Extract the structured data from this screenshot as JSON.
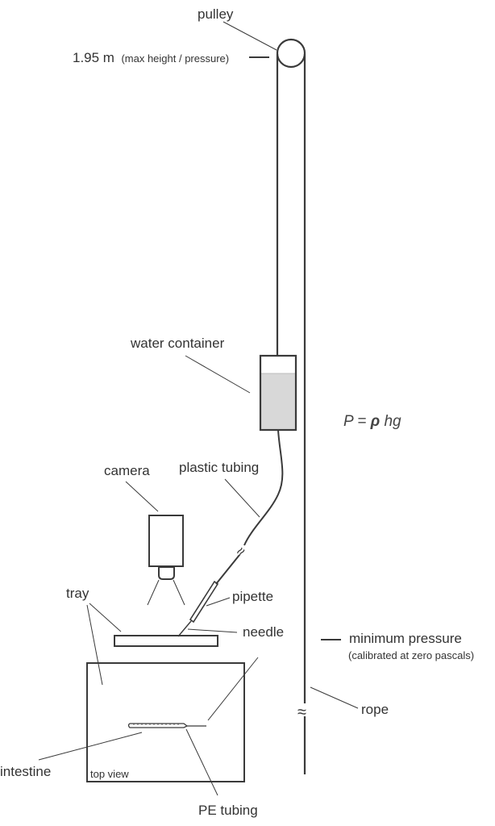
{
  "diagram": {
    "type": "experimental-setup",
    "colors": {
      "line": "#3a3a3a",
      "text": "#333333",
      "water_fill": "#d8d8d8",
      "background": "#ffffff"
    },
    "labels": {
      "pulley": "pulley",
      "max_height_value": "1.95 m",
      "max_height_note": "(max height / pressure)",
      "water_container": "water container",
      "equation": {
        "lhs": "P",
        "eq": "=",
        "rho": "ρ",
        "rest": "hg"
      },
      "camera": "camera",
      "plastic_tubing": "plastic tubing",
      "tray": "tray",
      "pipette": "pipette",
      "needle": "needle",
      "minimum_pressure": "minimum pressure",
      "minimum_pressure_note": "(calibrated at zero pascals)",
      "rope": "rope",
      "intestine": "intestine",
      "top_view": "top view",
      "pe_tubing": "PE tubing"
    },
    "break_symbol": "≈"
  }
}
